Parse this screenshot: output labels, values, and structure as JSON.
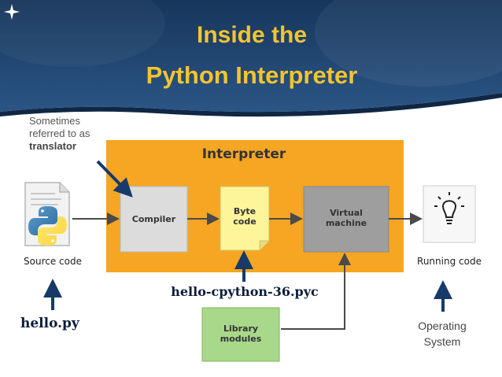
{
  "title": {
    "line1": "Inside the",
    "line2": "Python Interpreter"
  },
  "annotation": {
    "line1": "Sometimes",
    "line2": "referred to as",
    "line3": "translator"
  },
  "diagram": {
    "container_label": "Interpreter",
    "source_caption": "Source code",
    "compiler_label": "Compiler",
    "bytecode_label": {
      "line1": "Byte",
      "line2": "code"
    },
    "vm_label": {
      "line1": "Virtual",
      "line2": "machine"
    },
    "running_caption": "Running code",
    "library_label": {
      "line1": "Library",
      "line2": "modules"
    }
  },
  "labels": {
    "pyc_file": "hello-cpython-36.pyc",
    "source_file": "hello.py",
    "os": {
      "line1": "Operating",
      "line2": "System"
    }
  },
  "colors": {
    "banner": "#1f3f66",
    "title": "#f4c430",
    "container": "#f6a623",
    "compiler_box": "#dcdcdc",
    "bytecode_box": "#fef59b",
    "vm_box": "#9e9e9e",
    "library_box": "#a8d88a",
    "pointer_arrow": "#173a6b"
  }
}
